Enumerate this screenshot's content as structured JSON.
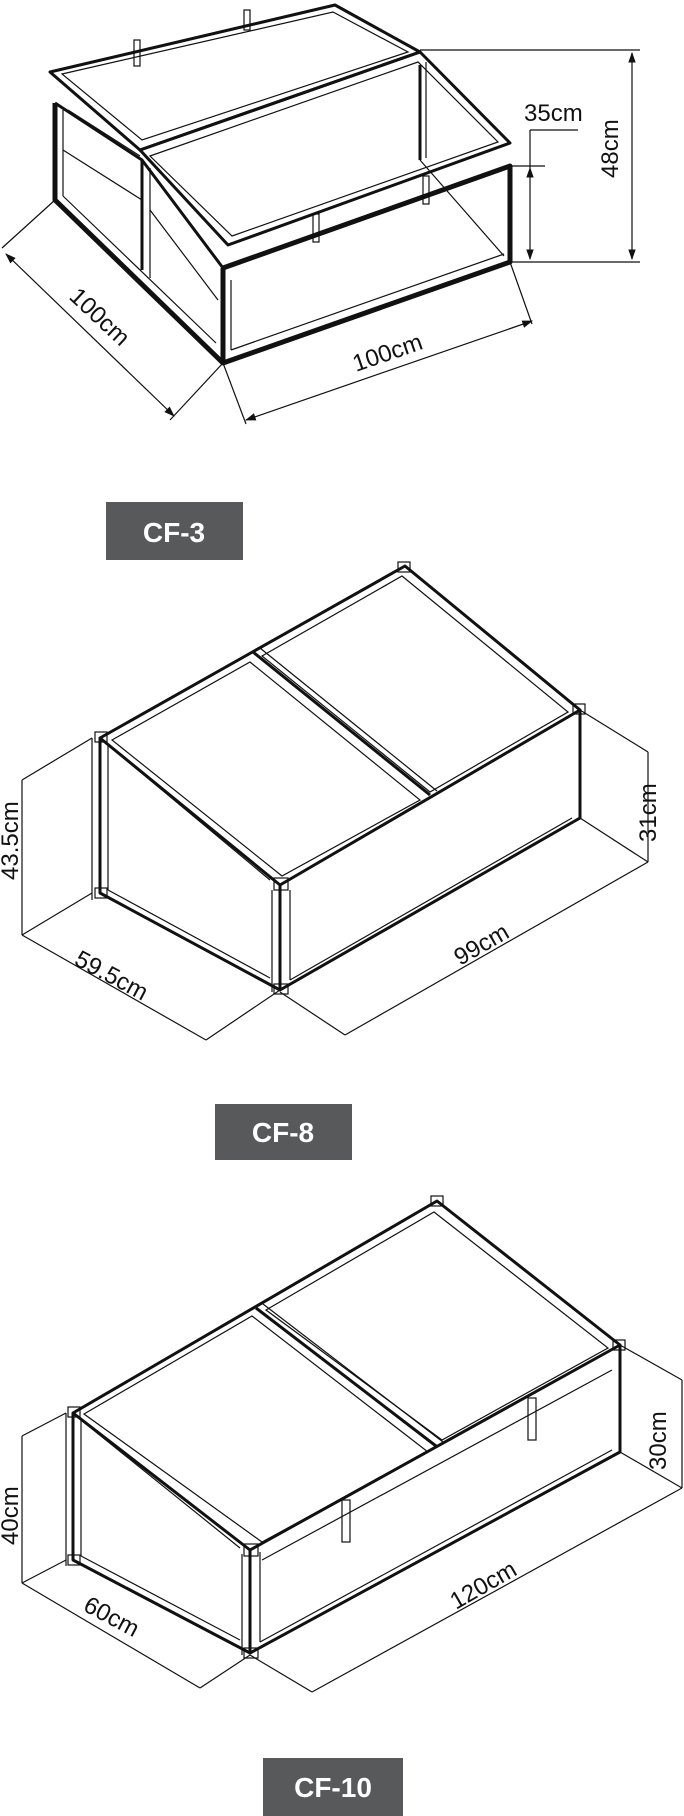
{
  "colors": {
    "badge_background": "#58595b",
    "badge_text": "#ffffff",
    "line": "#111111"
  },
  "models": [
    {
      "id": "CF-3",
      "label": "CF-3",
      "dimensions": {
        "depth": "100cm",
        "width": "100cm",
        "height": "48cm",
        "side_height": "35cm"
      }
    },
    {
      "id": "CF-8",
      "label": "CF-8",
      "dimensions": {
        "back_height": "43.5cm",
        "depth": "59.5cm",
        "width": "99cm",
        "front_height": "31cm"
      }
    },
    {
      "id": "CF-10",
      "label": "CF-10",
      "dimensions": {
        "back_height": "40cm",
        "depth": "60cm",
        "width": "120cm",
        "front_height": "30cm"
      }
    }
  ]
}
